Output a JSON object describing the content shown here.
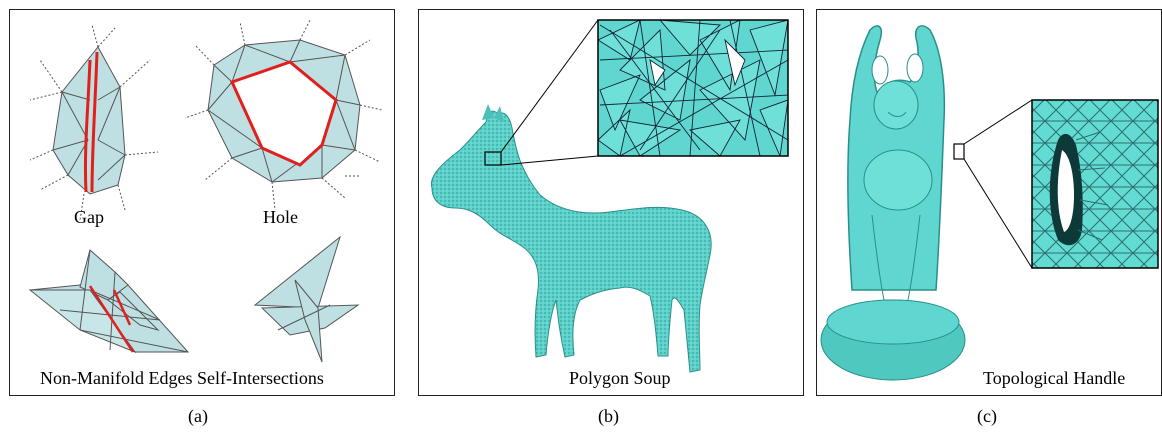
{
  "panel_a": {
    "gap_label": "Gap",
    "hole_label": "Hole",
    "bottom_label": "Non-Manifold Edges Self-Intersections",
    "caption": "(a)"
  },
  "panel_b": {
    "label": "Polygon Soup",
    "caption": "(b)"
  },
  "panel_c": {
    "label": "Topological Handle",
    "caption": "(c)"
  },
  "colors": {
    "mesh_fill": "#bfe0e2",
    "mesh_edge": "#556",
    "defect_red": "#e0201c",
    "model_teal": "#5fd6cf",
    "model_dark": "#3aa8a2",
    "frame": "#222222"
  }
}
